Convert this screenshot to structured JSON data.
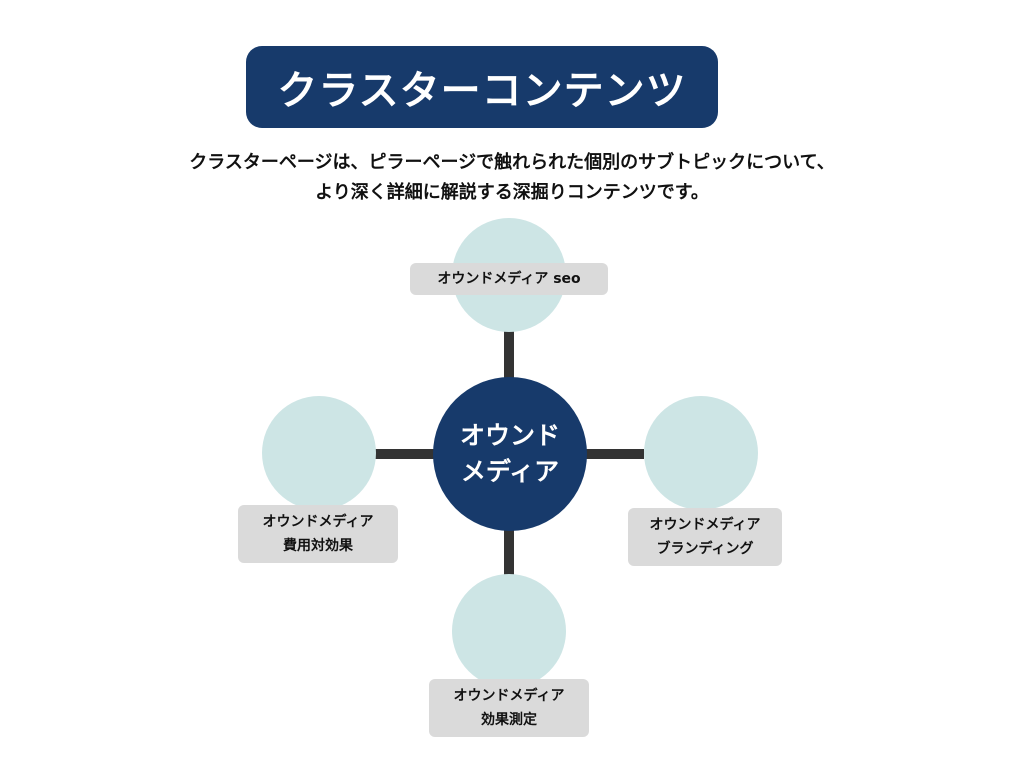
{
  "title": "クラスターコンテンツ",
  "description": {
    "line1": "クラスターページは、ピラーページで触れられた個別のサブトピックについて、",
    "line2": "より深く詳細に解説する深掘りコンテンツです。"
  },
  "colors": {
    "primary": "#173a6b",
    "satellite": "#cde5e5",
    "label_bg": "#dadada",
    "connector": "#333333"
  },
  "diagram": {
    "center": {
      "line1": "オウンド",
      "line2": "メディア"
    },
    "nodes": {
      "top": {
        "line1": "オウンドメディア seo"
      },
      "left": {
        "line1": "オウンドメディア",
        "line2": "費用対効果"
      },
      "right": {
        "line1": "オウンドメディア",
        "line2": "ブランディング"
      },
      "bottom": {
        "line1": "オウンドメディア",
        "line2": "効果測定"
      }
    }
  }
}
